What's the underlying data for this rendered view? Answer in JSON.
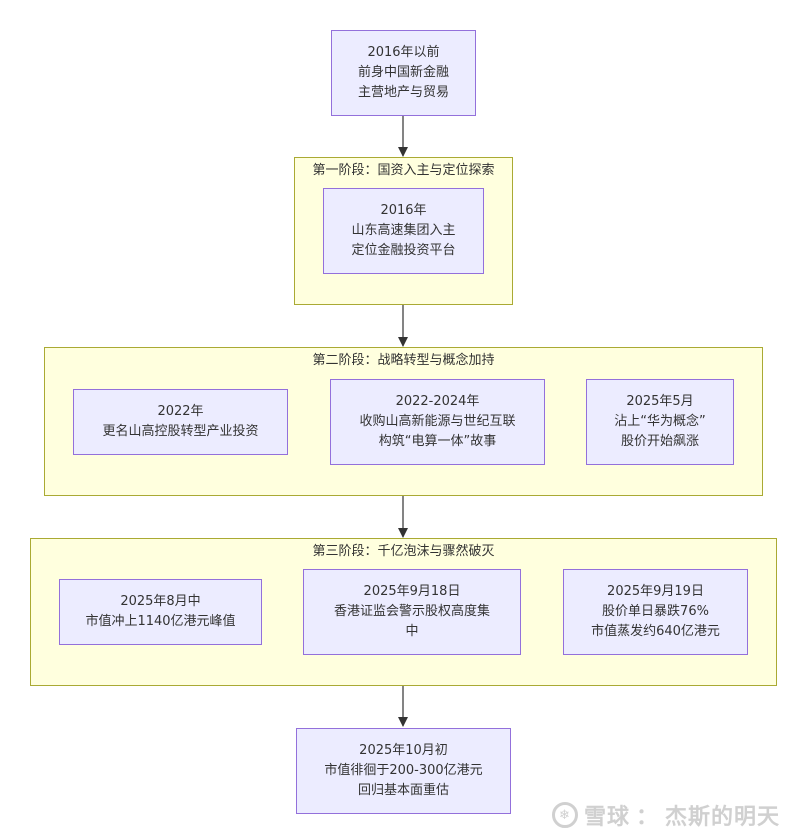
{
  "nodes": {
    "start": [
      "2016年以前",
      "前身中国新金融",
      "主营地产与贸易"
    ],
    "s1_n1": [
      "2016年",
      "山东高速集团入主",
      "定位金融投资平台"
    ],
    "s2_n1": [
      "2022年",
      "更名山高控股转型产业投资"
    ],
    "s2_n2": [
      "2022-2024年",
      "收购山高新能源与世纪互联",
      "构筑“电算一体”故事"
    ],
    "s2_n3": [
      "2025年5月",
      "沾上“华为概念”",
      "股价开始飙涨"
    ],
    "s3_n1": [
      "2025年8月中",
      "市值冲上1140亿港元峰值"
    ],
    "s3_n2": [
      "2025年9月18日",
      "香港证监会警示股权高度集",
      "中"
    ],
    "s3_n3": [
      "2025年9月19日",
      "股价单日暴跌76%",
      "市值蒸发约640亿港元"
    ],
    "end": [
      "2025年10月初",
      "市值徘徊于200-300亿港元",
      "回归基本面重估"
    ]
  },
  "groups": {
    "stage1": "第一阶段：国资入主与定位探索",
    "stage2": "第二阶段：战略转型与概念加持",
    "stage3": "第三阶段：千亿泡沫与骤然破灭"
  },
  "watermark": {
    "brand": "雪球",
    "separator": "：",
    "author": "杰斯的明天"
  },
  "colors": {
    "node_fill": "#ececff",
    "node_border": "#9370db",
    "group_fill": "#ffffde",
    "group_border": "#aaaa33",
    "edge": "#333333"
  }
}
